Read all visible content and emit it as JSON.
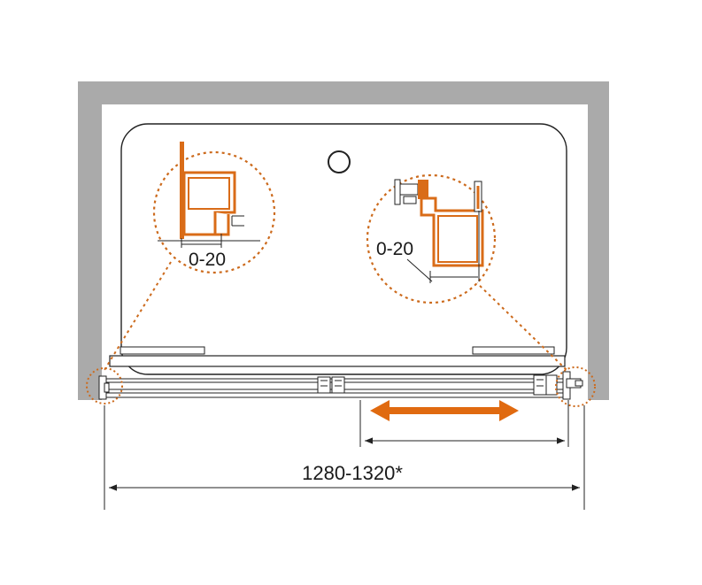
{
  "labels": {
    "tolerance_left": "0-20",
    "tolerance_right": "0-20",
    "overall_width": "1280-1320*"
  },
  "colors": {
    "wall": "#aaaaaa",
    "line": "#222222",
    "accent": "#e06a10",
    "profile": "#d96c18",
    "callout_dotted": "#cc6a1c"
  },
  "icons": {
    "slide_arrow": "double-headed-arrow",
    "drain": "circle"
  }
}
